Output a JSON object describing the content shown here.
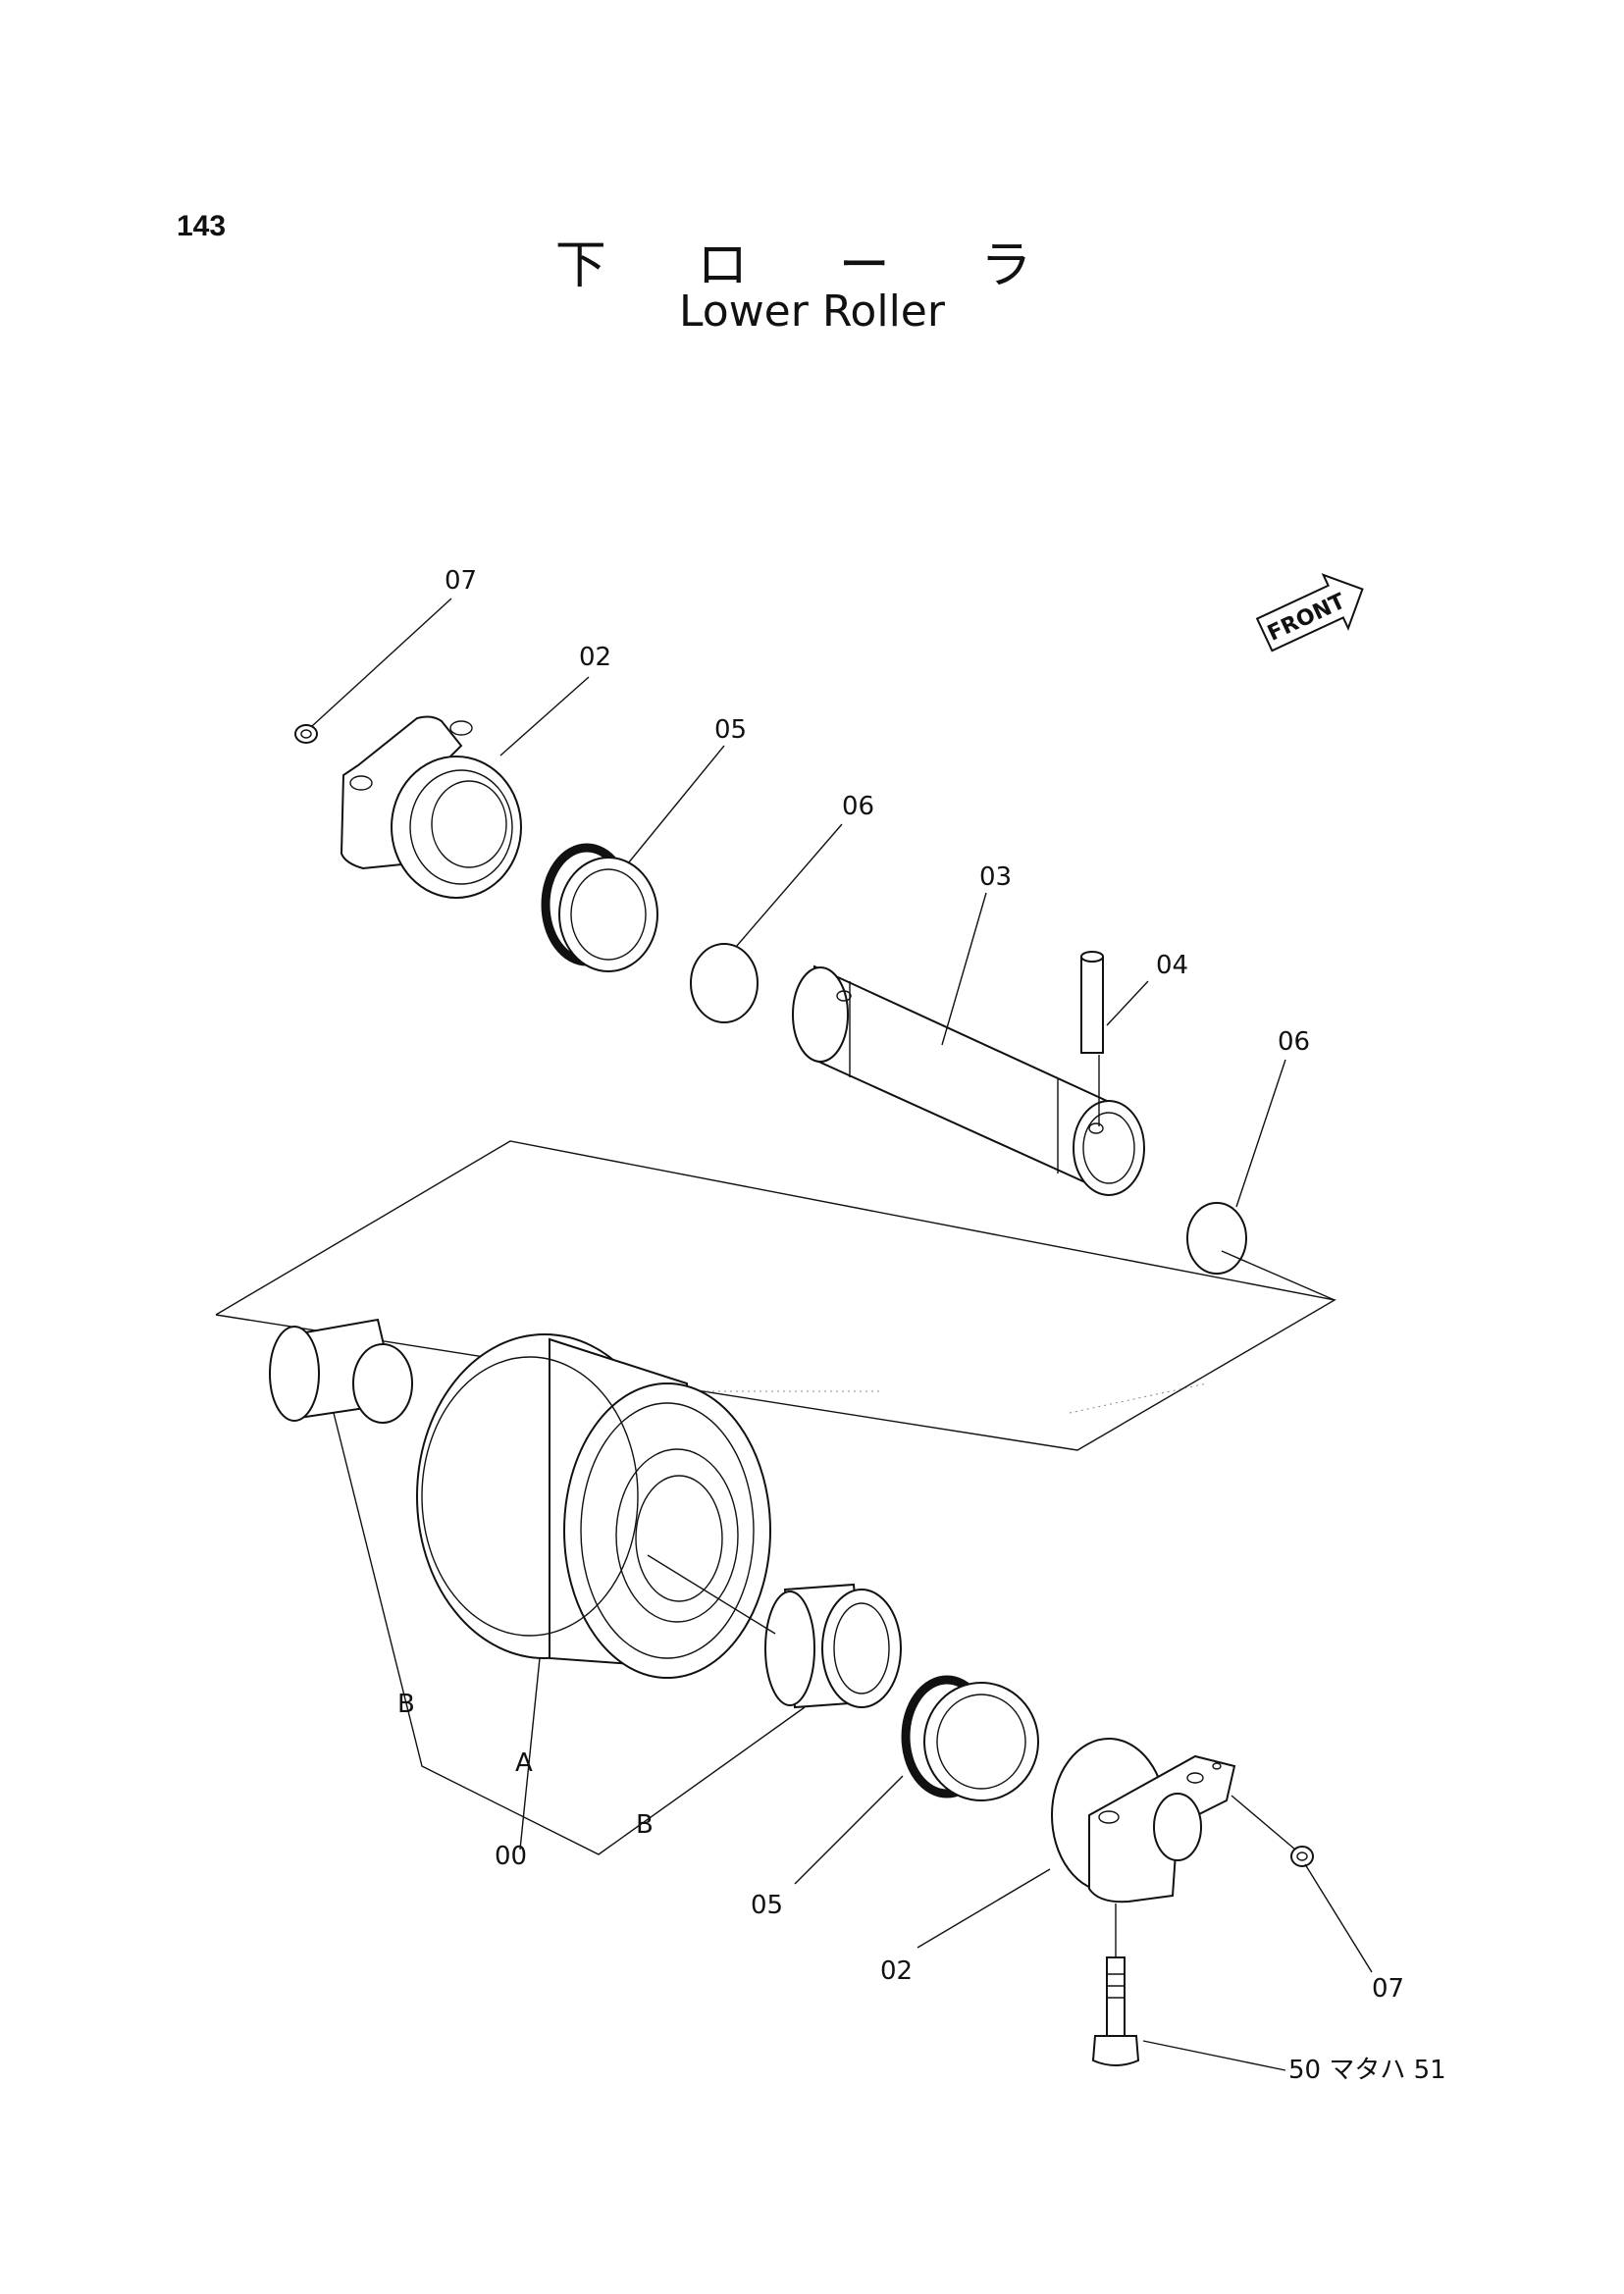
{
  "page": {
    "number": "143",
    "title_jp": "下 ロ ー ラ",
    "title_en": "Lower Roller",
    "front_marker": "FRONT"
  },
  "callouts": {
    "c07_top": "07",
    "c02_top": "02",
    "c05_top": "05",
    "c06_top": "06",
    "c03": "03",
    "c04": "04",
    "c06_right": "06",
    "cB_left": "B",
    "cA": "A",
    "c00": "00",
    "cB_bottom": "B",
    "c05_bottom": "05",
    "c02_bottom": "02",
    "c07_bottom": "07",
    "c50": "50 マタハ 51"
  }
}
